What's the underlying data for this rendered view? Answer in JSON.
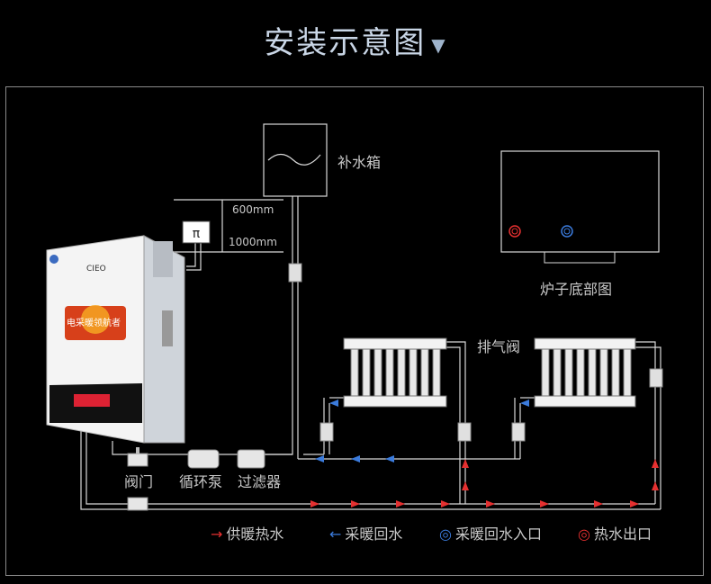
{
  "title": "安装示意图",
  "labels": {
    "tank": "补水箱",
    "furnace_bottom": "炉子底部图",
    "vent": "排气阀",
    "valve": "阀门",
    "pump": "循环泵",
    "filter": "过滤器",
    "h600": "600mm",
    "h1000": "1000mm"
  },
  "boiler": {
    "brand": "CIEO",
    "sticker": "电采暖领航者"
  },
  "legend": {
    "supply": "供暖热水",
    "return": "采暖回水",
    "return_inlet": "采暖回水入口",
    "hot_outlet": "热水出口"
  },
  "colors": {
    "supply": "#e53030",
    "return": "#3b7bdc",
    "pipe": "#d8d8d8"
  }
}
